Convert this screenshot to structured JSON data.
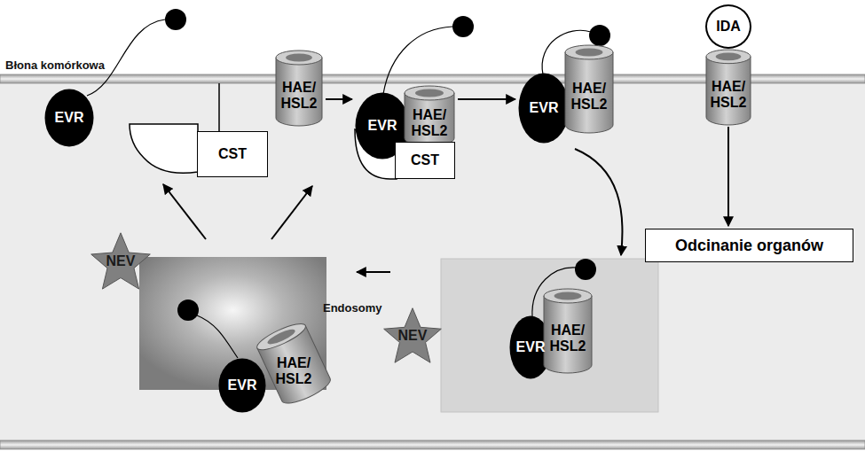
{
  "diagram": {
    "nodes": [
      {
        "text": [
          "EVR"
        ]
      },
      {
        "text": [
          "CST"
        ]
      },
      {
        "text": [
          "HAE/HSL2"
        ]
      },
      {
        "text": [
          "EVR"
        ]
      },
      {
        "text": [
          "HAE/HSL2"
        ]
      },
      {
        "text": [
          "CST"
        ]
      },
      {
        "text": [
          "EVR"
        ]
      },
      {
        "text": [
          "HAE/HSL2"
        ]
      },
      {
        "text": [
          "IDA"
        ]
      },
      {
        "text": [
          "HAE/HSL2"
        ]
      },
      {
        "text": [
          "Odcinanie organów"
        ]
      },
      {
        "text": [
          "NEV"
        ]
      },
      {
        "text": [
          "EVR"
        ]
      },
      {
        "text": [
          "HAE/HSL2"
        ]
      },
      {
        "text": [
          "NEV"
        ]
      },
      {
        "text": [
          "EVR"
        ]
      },
      {
        "text": [
          "HAE/HSL2"
        ]
      }
    ],
    "edges": [
      {
        "from": 2,
        "to": 3,
        "arrow": "to"
      },
      {
        "from": 4,
        "to": 6,
        "arrow": "to"
      },
      {
        "from": 9,
        "to": 10,
        "arrow": "to"
      }
    ],
    "labels": [
      "Błona komórkowa",
      "Endosomy"
    ]
  }
}
